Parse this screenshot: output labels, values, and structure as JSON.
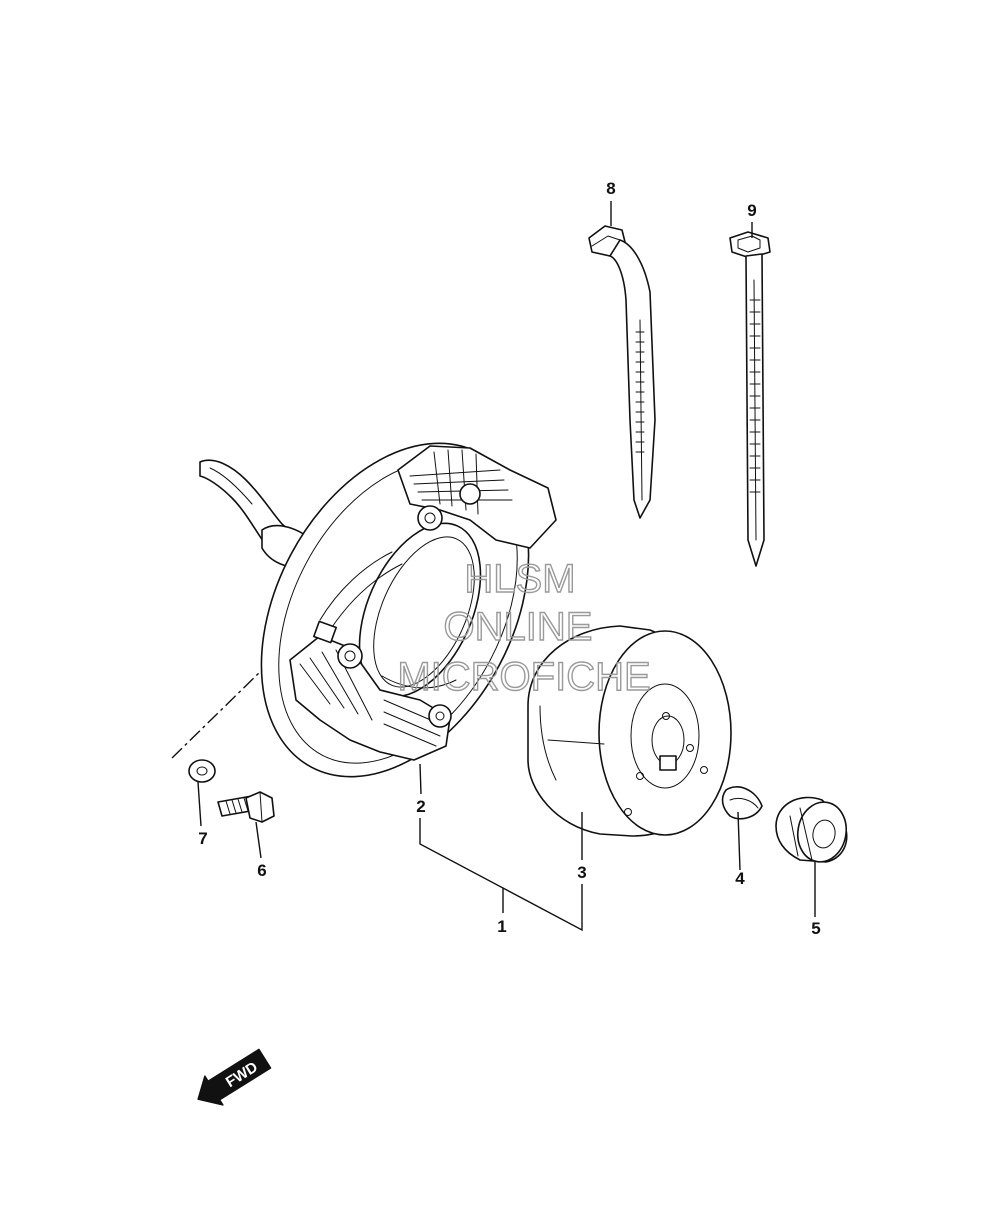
{
  "callouts": [
    {
      "id": "1",
      "label": "1"
    },
    {
      "id": "2",
      "label": "2"
    },
    {
      "id": "3",
      "label": "3"
    },
    {
      "id": "4",
      "label": "4"
    },
    {
      "id": "5",
      "label": "5"
    },
    {
      "id": "6",
      "label": "6"
    },
    {
      "id": "7",
      "label": "7"
    },
    {
      "id": "8",
      "label": "8"
    },
    {
      "id": "9",
      "label": "9"
    }
  ],
  "watermark": {
    "line1": "HLSM",
    "line2": "ONLINE",
    "line3": "MICROFICHE",
    "color": "#9a9a9a"
  },
  "direction_badge": {
    "label": "FWD",
    "icon": "forward-arrow-icon"
  },
  "colors": {
    "line": "#111111",
    "background": "#ffffff"
  }
}
